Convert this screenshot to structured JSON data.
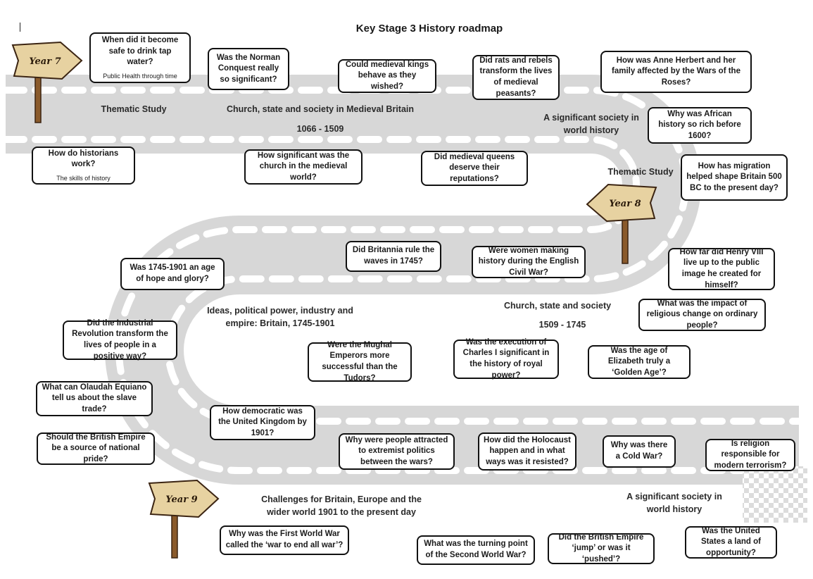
{
  "title": "Key Stage 3 History roadmap",
  "signs": [
    "Year 7",
    "Year 8",
    "Year 9"
  ],
  "labels": {
    "thematic1": "Thematic Study",
    "medieval": "Church, state and society in Medieval Britain",
    "medieval_dates": "1066 - 1509",
    "world1_line1": "A significant society in",
    "world1_line2": "world history",
    "thematic2": "Thematic Study",
    "ideas_line1": "Ideas, political power, industry and",
    "ideas_line2": "empire: Britain, 1745-1901",
    "church2": "Church, state and society",
    "church2_dates": "1509 - 1745",
    "challenges_line1": "Challenges for Britain, Europe and the",
    "challenges_line2": "wider world 1901 to the present day",
    "world2_line1": "A significant society in",
    "world2_line2": "world history"
  },
  "questions": {
    "tap_water": "When did it become safe to drink tap water?",
    "tap_water_sub": "Public Health through time",
    "norman": "Was the Norman Conquest really so significant?",
    "kings": "Could medieval kings behave as they wished?",
    "rats": "Did rats and rebels transform the lives of medieval peasants?",
    "anne": "How was Anne Herbert and her family affected by the Wars of the Roses?",
    "historians": "How do historians work?",
    "historians_sub": "The skills of history",
    "church_med": "How significant was the church in the medieval world?",
    "queens": "Did medieval queens deserve their reputations?",
    "african": "Why was African history so rich before 1600?",
    "migration": "How has migration helped shape Britain 500 BC to the present day?",
    "age_hope": "Was 1745-1901 an age of hope and glory?",
    "britannia": "Did Britannia rule the waves in 1745?",
    "women": "Were women making history during the English Civil War?",
    "henry": "How far did Henry VIII live up to the public image he created for himself?",
    "religious": "What was the impact of religious change on ordinary people?",
    "industrial": "Did the Industrial Revolution transform the lives of people in a positive way?",
    "mughal": "Were the Mughal Emperors more successful than the Tudors?",
    "charles": "Was the execution of Charles I significant in the history of royal power?",
    "elizabeth": "Was the age of Elizabeth truly a ‘Golden Age’?",
    "equiano": "What can Olaudah Equiano tell us about the slave trade?",
    "democratic": "How democratic was the United Kingdom by 1901?",
    "empire_pride": "Should the British Empire be a source of national pride?",
    "extremist": "Why were people attracted to extremist politics between the wars?",
    "holocaust": "How did the Holocaust happen and in what ways was it resisted?",
    "cold_war": "Why was there a Cold War?",
    "terrorism": "Is religion responsible for modern terrorism?",
    "ww1": "Why was the First World War called the ‘war to end all war’?",
    "ww2": "What was the turning point of the Second World War?",
    "empire_jump": "Did the British Empire ‘jump’ or was it ‘pushed’?",
    "usa": "Was the United States a land of opportunity?"
  },
  "colors": {
    "road": "#d7d7d7",
    "dash": "#ffffff",
    "sign_wood": "#e7d2a1",
    "post": "#8a5a2b"
  }
}
